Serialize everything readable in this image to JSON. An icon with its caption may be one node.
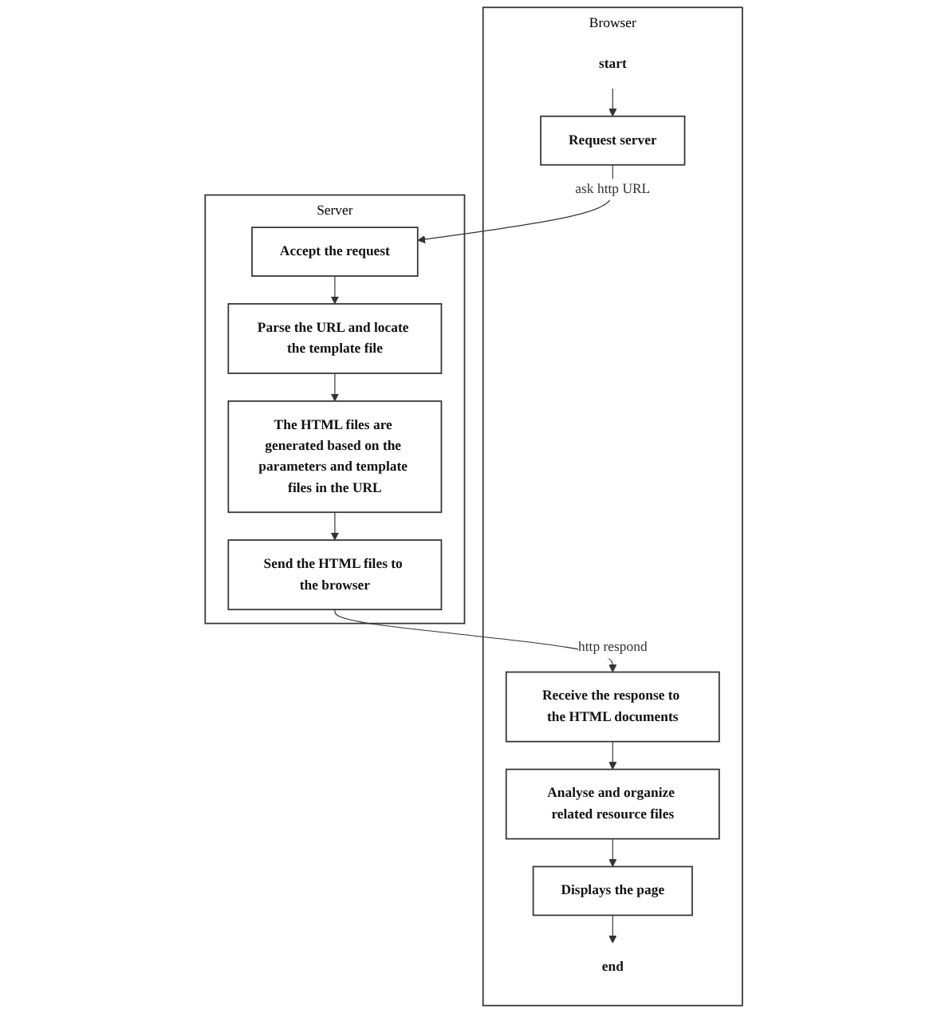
{
  "diagram": {
    "nodes": [
      {
        "text": [
          "Browser"
        ]
      },
      {
        "text": [
          "start"
        ],
        "in": 0
      },
      {
        "text": [
          "Request server"
        ],
        "in": 0
      },
      {
        "text": [
          "Server"
        ]
      },
      {
        "text": [
          "Accept the request"
        ],
        "in": 3
      },
      {
        "text": [
          "Parse the URL and locate the template file"
        ],
        "in": 3
      },
      {
        "text": [
          "The HTML files are generated based on the parameters and template files in the URL"
        ],
        "in": 3
      },
      {
        "text": [
          "Send the HTML files to the browser"
        ],
        "in": 3
      },
      {
        "text": [
          "Receive the response to the HTML documents"
        ],
        "in": 0
      },
      {
        "text": [
          "Analyse and organize related resource files"
        ],
        "in": 0
      },
      {
        "text": [
          "Displays the page"
        ],
        "in": 0
      },
      {
        "text": [
          "end"
        ],
        "in": 0
      }
    ],
    "edges": [
      {
        "from": 1,
        "to": 2,
        "arrow": "to"
      },
      {
        "from": 2,
        "to": 4,
        "arrow": "to",
        "label": "ask http URL"
      },
      {
        "from": 4,
        "to": 5,
        "arrow": "to"
      },
      {
        "from": 5,
        "to": 6,
        "arrow": "to"
      },
      {
        "from": 6,
        "to": 7,
        "arrow": "to"
      },
      {
        "from": 7,
        "to": 8,
        "arrow": "to",
        "label": "http respond"
      },
      {
        "from": 8,
        "to": 9,
        "arrow": "to"
      },
      {
        "from": 9,
        "to": 10,
        "arrow": "to"
      },
      {
        "from": 10,
        "to": 11,
        "arrow": "to"
      }
    ]
  }
}
